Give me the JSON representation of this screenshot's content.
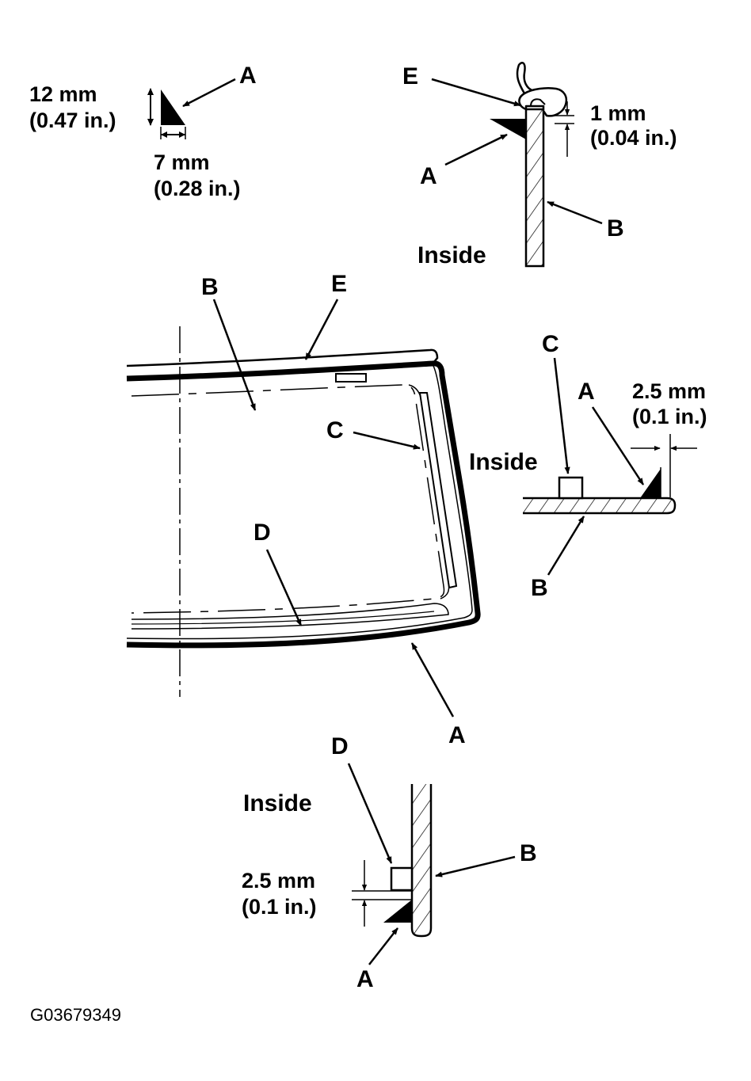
{
  "labels": {
    "a": "A",
    "b": "B",
    "c": "C",
    "d": "D",
    "e": "E",
    "inside": "Inside"
  },
  "dimensions": {
    "bead_height_mm": "12 mm",
    "bead_height_in": "(0.47 in.)",
    "bead_width_mm": "7 mm",
    "bead_width_in": "(0.28 in.)",
    "top_gap_mm": "1 mm",
    "top_gap_in": "(0.04 in.)",
    "side_gap_mm": "2.5 mm",
    "side_gap_in": "(0.1 in.)",
    "bottom_gap_mm": "2.5 mm",
    "bottom_gap_in": "(0.1 in.)"
  },
  "figure_code": "G03679349",
  "colors": {
    "ink": "#000000",
    "paper": "#ffffff"
  }
}
